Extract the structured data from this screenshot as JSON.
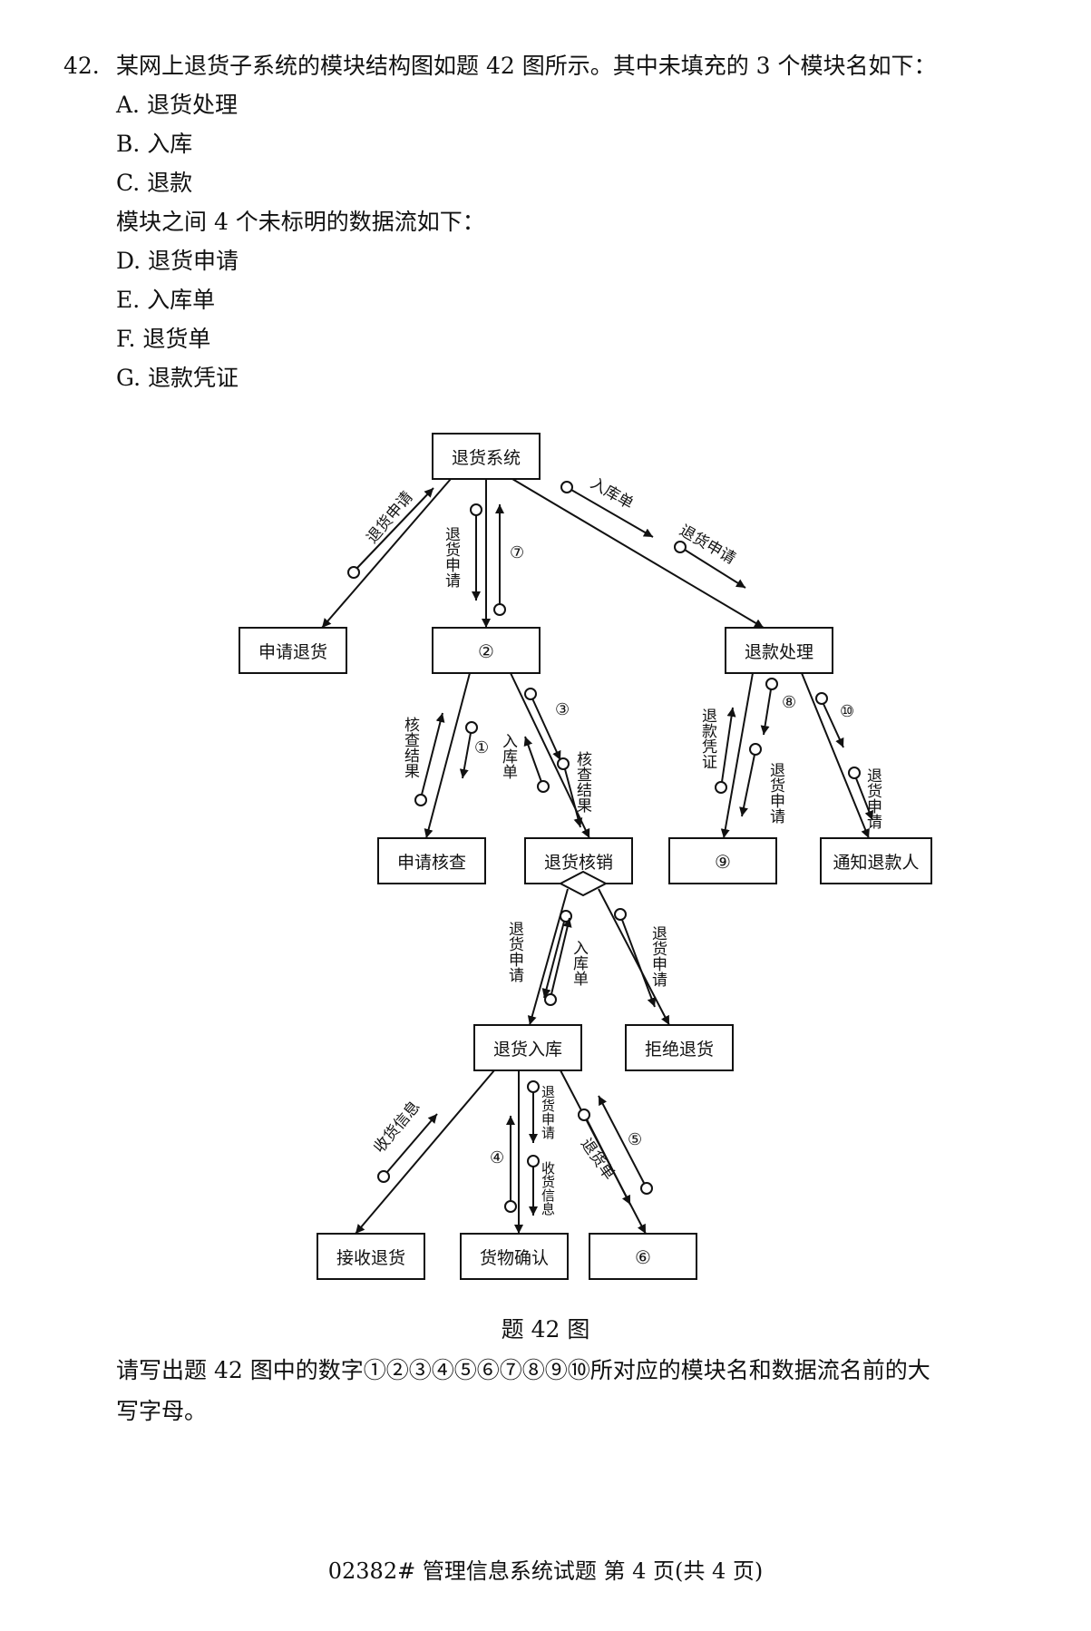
{
  "question": {
    "number": "42.",
    "text": "某网上退货子系统的模块结构图如题 42 图所示。其中未填充的 3 个模块名如下：",
    "modules": [
      "A. 退货处理",
      "B. 入库",
      "C. 退款"
    ],
    "flow_intro": "模块之间 4 个未标明的数据流如下：",
    "flows": [
      "D. 退货申请",
      "E. 入库单",
      "F. 退货单",
      "G. 退款凭证"
    ]
  },
  "diagram": {
    "boxes": {
      "root": "退货系统",
      "apply_return": "申请退货",
      "box2": "②",
      "refund": "退款处理",
      "apply_check": "申请核查",
      "return_verify": "退货核销",
      "box9": "⑨",
      "notify_refund": "通知退款人",
      "return_stock": "退货入库",
      "refuse_return": "拒绝退货",
      "receive_return": "接收退货",
      "goods_confirm": "货物确认",
      "box6": "⑥"
    },
    "labels": {
      "root_apply": "退货申请",
      "root_2_down": "退货申请",
      "root_2_up": "⑦",
      "root_refund_1": "入库单",
      "root_refund_2": "退货申请",
      "b2_check_up": "核查结果",
      "b2_check_down": "①",
      "b2_verify_up": "入库单",
      "b2_verify_n": "③",
      "b2_verify_down": "核查结果",
      "ref_9_up": "退款凭证",
      "ref_9_n": "⑧",
      "ref_9_down": "退货申请",
      "ref_notify_n": "⑩",
      "ref_notify": "退货申请",
      "ver_stock_down": "退货申请",
      "ver_stock_up": "入库单",
      "ver_refuse": "退货申请",
      "stk_receive": "收货信息",
      "stk_conf_n": "④",
      "stk_conf_1": "退货申请",
      "stk_conf_2": "收货信息",
      "stk_6_label": "退货单",
      "stk_6_n": "⑤"
    }
  },
  "caption": "题 42 图",
  "ask_line1": "请写出题 42 图中的数字①②③④⑤⑥⑦⑧⑨⑩所对应的模块名和数据流名前的大",
  "ask_line2": "写字母。",
  "footer": "02382# 管理信息系统试题 第 4 页(共 4 页)"
}
